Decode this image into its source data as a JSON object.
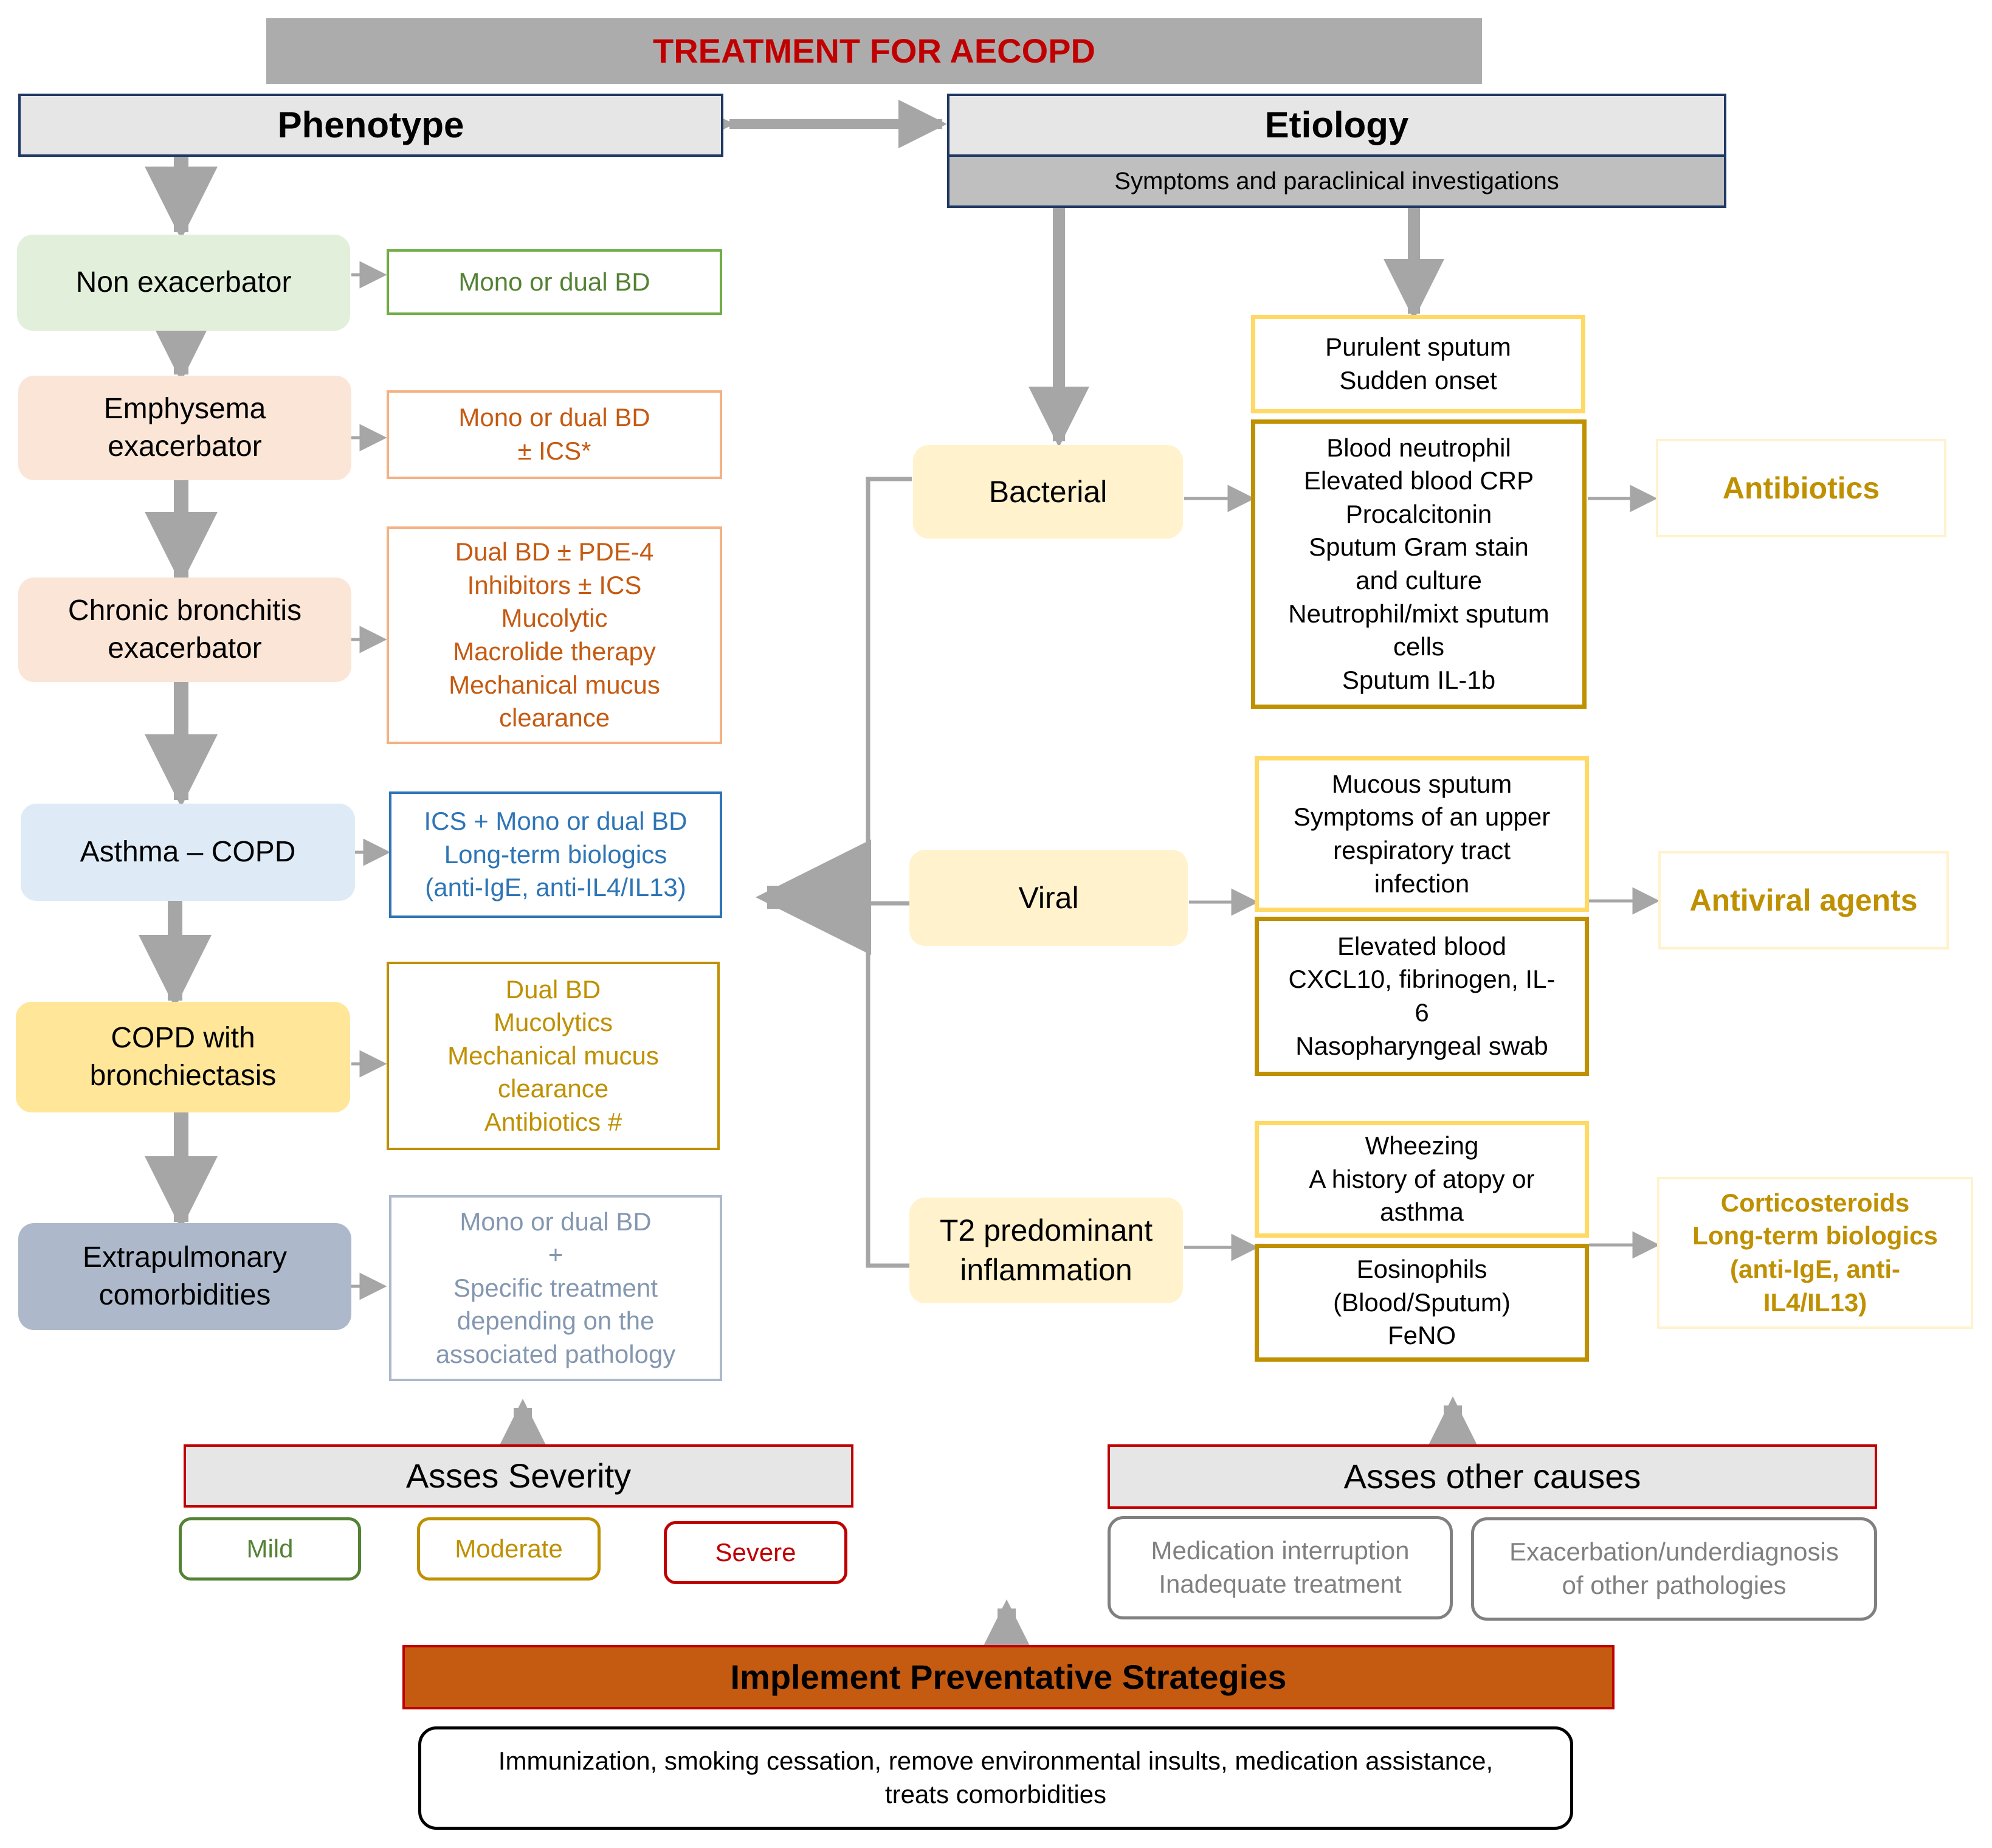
{
  "title": "TREATMENT FOR AECOPD",
  "phenotype_header": "Phenotype",
  "etiology_header": "Etiology",
  "etiology_subheader": "Symptoms and paraclinical investigations",
  "phenotypes": [
    {
      "lines": [
        "Non exacerbator"
      ],
      "treatment": [
        "Mono or dual BD"
      ]
    },
    {
      "lines": [
        "Emphysema",
        "exacerbator"
      ],
      "treatment": [
        "Mono or dual BD",
        "± ICS*"
      ]
    },
    {
      "lines": [
        "Chronic bronchitis",
        "exacerbator"
      ],
      "treatment": [
        "Dual BD ± PDE-4",
        "Inhibitors ± ICS",
        "Mucolytic",
        "Macrolide therapy",
        "Mechanical mucus",
        "clearance"
      ]
    },
    {
      "lines": [
        "Asthma – COPD"
      ],
      "treatment": [
        "ICS + Mono or dual BD",
        "Long-term biologics",
        "(anti-IgE, anti-IL4/IL13)"
      ]
    },
    {
      "lines": [
        "COPD with",
        "bronchiectasis"
      ],
      "treatment": [
        "Dual BD",
        "Mucolytics",
        "Mechanical mucus",
        "clearance",
        "Antibiotics #"
      ]
    },
    {
      "lines": [
        "Extrapulmonary",
        "comorbidities"
      ],
      "treatment": [
        "Mono or dual BD",
        "+",
        "Specific treatment",
        "depending on the",
        "associated pathology"
      ]
    }
  ],
  "causes": [
    {
      "lines": [
        "Bacterial"
      ],
      "symptoms": [
        "Purulent sputum",
        "Sudden onset"
      ],
      "investigations": [
        "Blood neutrophil",
        "Elevated blood CRP",
        "Procalcitonin",
        "Sputum Gram stain",
        "and culture",
        "Neutrophil/mixt sputum",
        "cells",
        "Sputum IL-1b"
      ],
      "treatment": [
        "Antibiotics"
      ]
    },
    {
      "lines": [
        "Viral"
      ],
      "symptoms": [
        "Mucous sputum",
        "Symptoms of an upper",
        "respiratory tract",
        "infection"
      ],
      "investigations": [
        "Elevated blood",
        "CXCL10, fibrinogen, IL-",
        "6",
        "Nasopharyngeal swab"
      ],
      "treatment": [
        "Antiviral agents"
      ]
    },
    {
      "lines": [
        "T2 predominant",
        "inflammation"
      ],
      "symptoms": [
        "Wheezing",
        "A history of atopy or",
        "asthma"
      ],
      "investigations": [
        "Eosinophils",
        "(Blood/Sputum)",
        "FeNO"
      ],
      "treatment": [
        "Corticosteroids",
        "Long-term biologics",
        "(anti-IgE, anti-",
        "IL4/IL13)"
      ]
    }
  ],
  "severity": {
    "title": "Asses Severity",
    "levels": [
      "Mild",
      "Moderate",
      "Severe"
    ]
  },
  "other_causes": {
    "title": "Asses other causes",
    "items": [
      [
        "Medication interruption",
        "Inadequate treatment"
      ],
      [
        "Exacerbation/underdiagnosis",
        "of other pathologies"
      ]
    ]
  },
  "prevention": {
    "title": "Implement Preventative Strategies",
    "lines": [
      "Immunization, smoking cessation, remove environmental insults, medication assistance,",
      "treats comorbidities"
    ]
  },
  "colors": {
    "title_text": "#c00000",
    "title_bg": "#adacad",
    "header_border": "#1f3864",
    "non_exacerbator": "#e2efda",
    "emphysema": "#fbe5d6",
    "bronchitis": "#fbe5d6",
    "asthma": "#deebf7",
    "bronchiectasis": "#ffe699",
    "extrapulmonary": "#adb9ca",
    "treat_green": "#548235",
    "treat_orange": "#c55a11",
    "treat_blue": "#2e75b6",
    "treat_gold": "#bf9000",
    "treat_gray": "#8497b0",
    "prevent_bg": "#c55a11"
  }
}
